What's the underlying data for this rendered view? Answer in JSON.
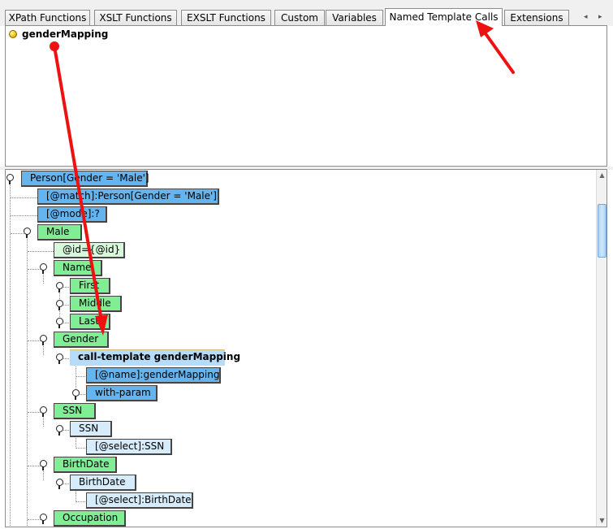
{
  "tabs": [
    {
      "label": "XPath Functions",
      "active": false
    },
    {
      "label": "XSLT Functions",
      "active": false
    },
    {
      "label": "EXSLT Functions",
      "active": false
    },
    {
      "label": "Custom",
      "active": false
    },
    {
      "label": "Variables",
      "active": false
    },
    {
      "label": "Named Template Calls",
      "active": true
    },
    {
      "label": "Extensions",
      "active": false
    }
  ],
  "tab_scroll": {
    "left_glyph": "◂",
    "right_glyph": "▸"
  },
  "named_templates": [
    {
      "label": "genderMapping",
      "icon": "yellow-dot-icon"
    }
  ],
  "tree": {
    "nodes": [
      {
        "label": "Person[Gender = 'Male']",
        "style": "blue"
      },
      {
        "label": "[@match]:Person[Gender = 'Male']",
        "style": "blue"
      },
      {
        "label": "[@mode]:?",
        "style": "blue"
      },
      {
        "label": "Male",
        "style": "green"
      },
      {
        "label": "@id={@id}",
        "style": "lightgreen"
      },
      {
        "label": "Name",
        "style": "green"
      },
      {
        "label": "First",
        "style": "green"
      },
      {
        "label": "Middle",
        "style": "green"
      },
      {
        "label": "Last",
        "style": "green"
      },
      {
        "label": "Gender",
        "style": "green"
      },
      {
        "label": "call-template genderMapping",
        "style": "selected"
      },
      {
        "label": "[@name]:genderMapping",
        "style": "blue"
      },
      {
        "label": "with-param",
        "style": "blue"
      },
      {
        "label": "SSN",
        "style": "green"
      },
      {
        "label": "SSN",
        "style": "lightblue"
      },
      {
        "label": "[@select]:SSN",
        "style": "lightblue"
      },
      {
        "label": "BirthDate",
        "style": "green"
      },
      {
        "label": "BirthDate",
        "style": "lightblue"
      },
      {
        "label": "[@select]:BirthDate",
        "style": "lightblue"
      },
      {
        "label": "Occupation",
        "style": "green"
      }
    ]
  },
  "scrollbar": {
    "up_glyph": "▲",
    "down_glyph": "▼"
  },
  "colors": {
    "node_blue": "#64b4f0",
    "node_green": "#80ee94",
    "node_light_green": "#d8f8dc",
    "node_light_blue": "#d6ecfb",
    "node_selected": "#b6dcfa",
    "annotation_arrow": "#ee1111"
  }
}
